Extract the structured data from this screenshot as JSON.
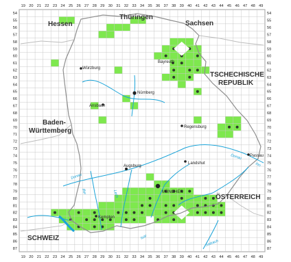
{
  "map": {
    "col_labels": [
      "19",
      "20",
      "21",
      "22",
      "23",
      "24",
      "25",
      "26",
      "27",
      "28",
      "29",
      "30",
      "31",
      "32",
      "33",
      "34",
      "35",
      "36",
      "37",
      "38",
      "39",
      "40",
      "41",
      "42",
      "43",
      "44",
      "45",
      "46",
      "47",
      "48",
      "49"
    ],
    "row_labels": [
      "54",
      "55",
      "56",
      "57",
      "58",
      "59",
      "60",
      "61",
      "62",
      "63",
      "64",
      "65",
      "66",
      "67",
      "68",
      "69",
      "70",
      "71",
      "72",
      "73",
      "74",
      "75",
      "76",
      "77",
      "78",
      "79",
      "80",
      "81",
      "82",
      "83",
      "84",
      "85",
      "86",
      "87"
    ],
    "regions": {
      "hessen": "Hessen",
      "thueringen": "Thüringen",
      "sachsen": "Sachsen",
      "tschechien_1": "TSCHECHISCHE",
      "tschechien_2": "REPUBLIK",
      "baden_1": "Baden-",
      "baden_2": "Württemberg",
      "oesterreich": "ÖSTERREICH",
      "schweiz": "SCHWEIZ"
    },
    "cities": {
      "wuerzburg": "Würzburg",
      "bayreuth": "Bayreuth",
      "nuernberg": "Nürnberg",
      "ansbach": "Ansbach",
      "regensburg": "Regensburg",
      "passau": "Passau",
      "augsburg": "Augsburg",
      "landshut": "Landshut",
      "muenchen": "MÜNCHEN",
      "kempten": "Kempten"
    },
    "rivers": {
      "donau_w": "Donau",
      "donau_e": "Donau",
      "inn": "Inn",
      "isar": "Isar",
      "salzach": "Salzach",
      "iller": "Iller",
      "lech": "Lech"
    },
    "colors": {
      "occurrence_fill": "#7ee84e",
      "dot": "#2e3b2a",
      "river": "#1aa3d8",
      "border": "#9a9a9a",
      "grid": "#c8c8c8"
    }
  }
}
